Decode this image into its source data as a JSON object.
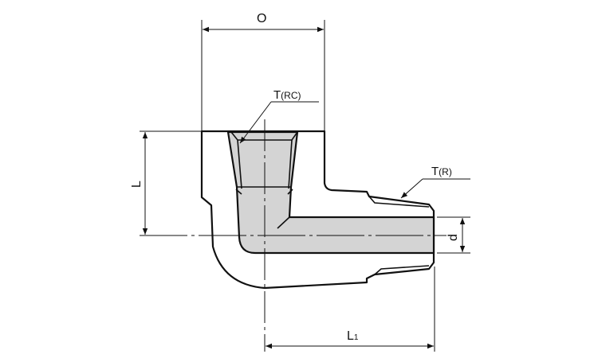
{
  "labels": {
    "O": "O",
    "T_main": "T",
    "T_RC": "(RC)",
    "T2_main": "T",
    "T_R": "(R)",
    "L": "L",
    "d": "d",
    "L1_main": "L",
    "L1_sub": "1"
  },
  "colors": {
    "line": "#111111",
    "fill": "#d4d4d4"
  }
}
